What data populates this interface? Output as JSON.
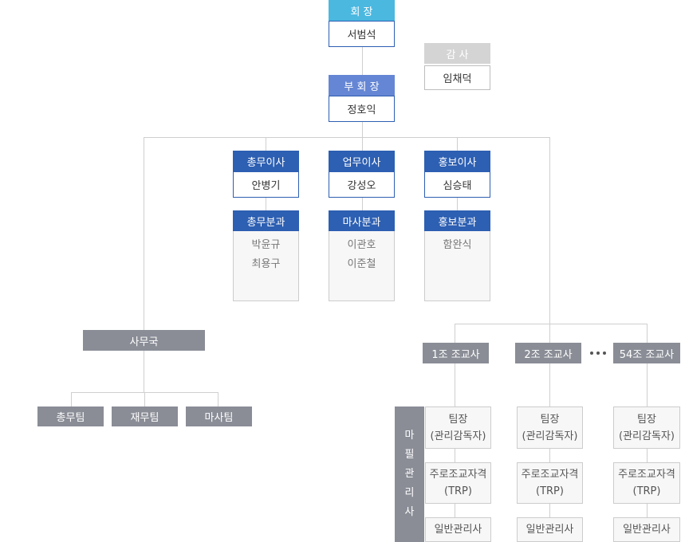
{
  "chairman": {
    "title": "회 장",
    "name": "서범석"
  },
  "auditor": {
    "title": "감 사",
    "name": "임채덕"
  },
  "vice_chairman": {
    "title": "부 회 장",
    "name": "정호익"
  },
  "directors": [
    {
      "title": "총무이사",
      "name": "안병기",
      "section": "총무분과",
      "members": [
        "박윤규",
        "최용구"
      ]
    },
    {
      "title": "업무이사",
      "name": "강성오",
      "section": "마사분과",
      "members": [
        "이관호",
        "이준철"
      ]
    },
    {
      "title": "홍보이사",
      "name": "심승태",
      "section": "홍보분과",
      "members": [
        "함완식"
      ]
    }
  ],
  "secretariat": {
    "title": "사무국",
    "teams": [
      "총무팀",
      "재무팀",
      "마사팀"
    ]
  },
  "trainer_groups": {
    "items": [
      "1조 조교사",
      "2조 조교사",
      "54조 조교사"
    ],
    "ellipsis": "…"
  },
  "stable_staff": {
    "label_chars": [
      "마",
      "필",
      "관",
      "리",
      "사"
    ],
    "team_leader": [
      "팀장",
      "(관리감독자)"
    ],
    "head_trainer": [
      "주로조교자격",
      "(TRP)"
    ],
    "general": "일반관리사"
  }
}
